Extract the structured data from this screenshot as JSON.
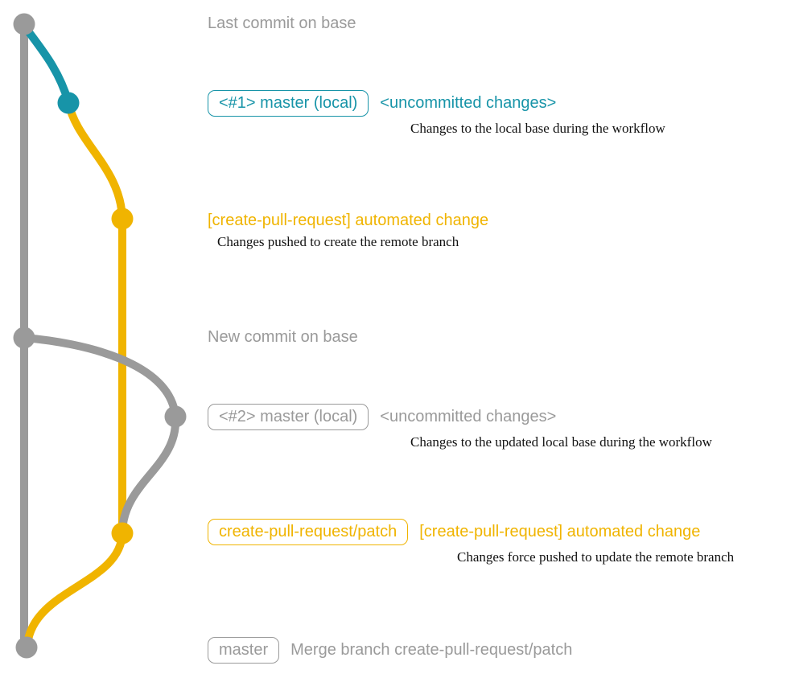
{
  "colors": {
    "gray": "#9a9a9a",
    "teal": "#1794a8",
    "yellow": "#f0b400",
    "desc_text": "#111111"
  },
  "rows": [
    {
      "label": "Last commit on base"
    },
    {
      "box": "<#1> master (local)",
      "label": "<uncommitted changes>",
      "desc": "Changes to the local base during the workflow"
    },
    {
      "label": "[create-pull-request] automated change",
      "desc": "Changes pushed to create the remote branch"
    },
    {
      "label": "New commit on base"
    },
    {
      "box": "<#2> master (local)",
      "label": "<uncommitted changes>",
      "desc": "Changes to the updated local base during the workflow"
    },
    {
      "box": "create-pull-request/patch",
      "label": "[create-pull-request] automated change",
      "desc": "Changes force pushed to update the remote branch"
    },
    {
      "box": "master",
      "label": "Merge branch create-pull-request/patch"
    }
  ],
  "graph": {
    "branches": [
      {
        "name": "base",
        "color_key": "gray"
      },
      {
        "name": "master (local)",
        "color_key": "teal"
      },
      {
        "name": "create-pull-request/patch",
        "color_key": "yellow"
      }
    ],
    "commit_count": 7
  }
}
